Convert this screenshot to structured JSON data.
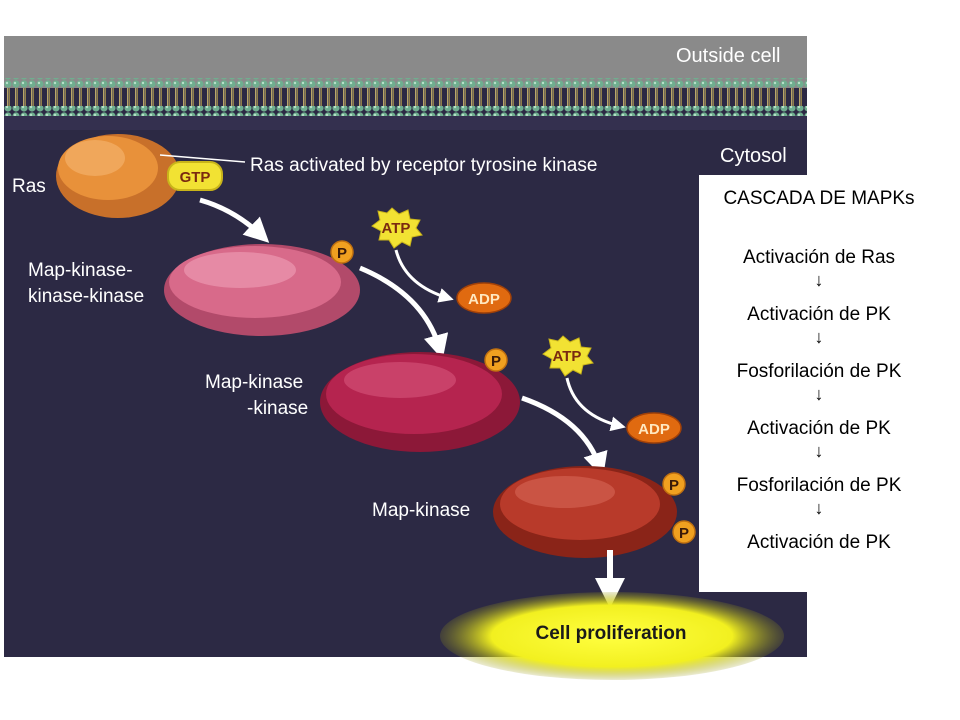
{
  "diagram": {
    "regions": {
      "outside": "Outside cell",
      "cytosol": "Cytosol"
    },
    "labels": {
      "ras": "Ras",
      "ras_activated": "Ras activated by receptor tyrosine kinase",
      "mapkkk_line1": "Map-kinase-",
      "mapkkk_line2": "kinase-kinase",
      "mapkk_line1": "Map-kinase",
      "mapkk_line2": "-kinase",
      "mapk": "Map-kinase",
      "outcome": "Cell proliferation"
    },
    "badges": {
      "gtp": "GTP",
      "atp": "ATP",
      "adp": "ADP",
      "phosphate": "P"
    },
    "colors": {
      "background": "#2c2944",
      "membrane_head": "#6fae8f",
      "membrane_tail": "#b9a66a",
      "ras_protein": "#e8913a",
      "mapkkk_protein": "#d86a8a",
      "mapkk_protein": "#b5244f",
      "mapk_protein": "#b83a2a",
      "adp_badge": "#e06a10",
      "phosphate_badge": "#f0a020",
      "atp_badge": "#f2e233",
      "outcome_glow": "#f2f020"
    }
  },
  "panel": {
    "title": "CASCADA DE MAPKs",
    "steps": [
      "Activación de Ras",
      "Activación de PK",
      "Fosforilación de PK",
      "Activación de PK",
      "Fosforilación de PK",
      "Activación de PK"
    ],
    "arrow_glyph": "↓"
  }
}
